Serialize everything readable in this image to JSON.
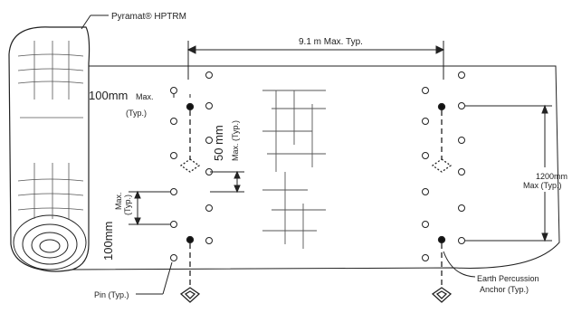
{
  "labels": {
    "product": "Pyramat® HPTRM",
    "spacing_9m": "9.1 m  Max. Typ.",
    "top_100mm": "100mm",
    "top_max": "Max.",
    "top_typ": "(Typ.)",
    "mm50": "50 mm",
    "max_typ_vertical": "Max. (Typ.)",
    "left_100mm": "100mm",
    "left_max": "Max.",
    "left_typ": "(Typ.)",
    "right_1200mm": "1200mm",
    "right_maxtyp": "Max (Typ.)",
    "pin": "Pin (Typ.)",
    "earth_line1": "Earth Percussion",
    "earth_line2": "Anchor (Typ.)"
  },
  "colors": {
    "line": "#222222",
    "grid": "#555555",
    "mat_fill": "#ffffff"
  }
}
